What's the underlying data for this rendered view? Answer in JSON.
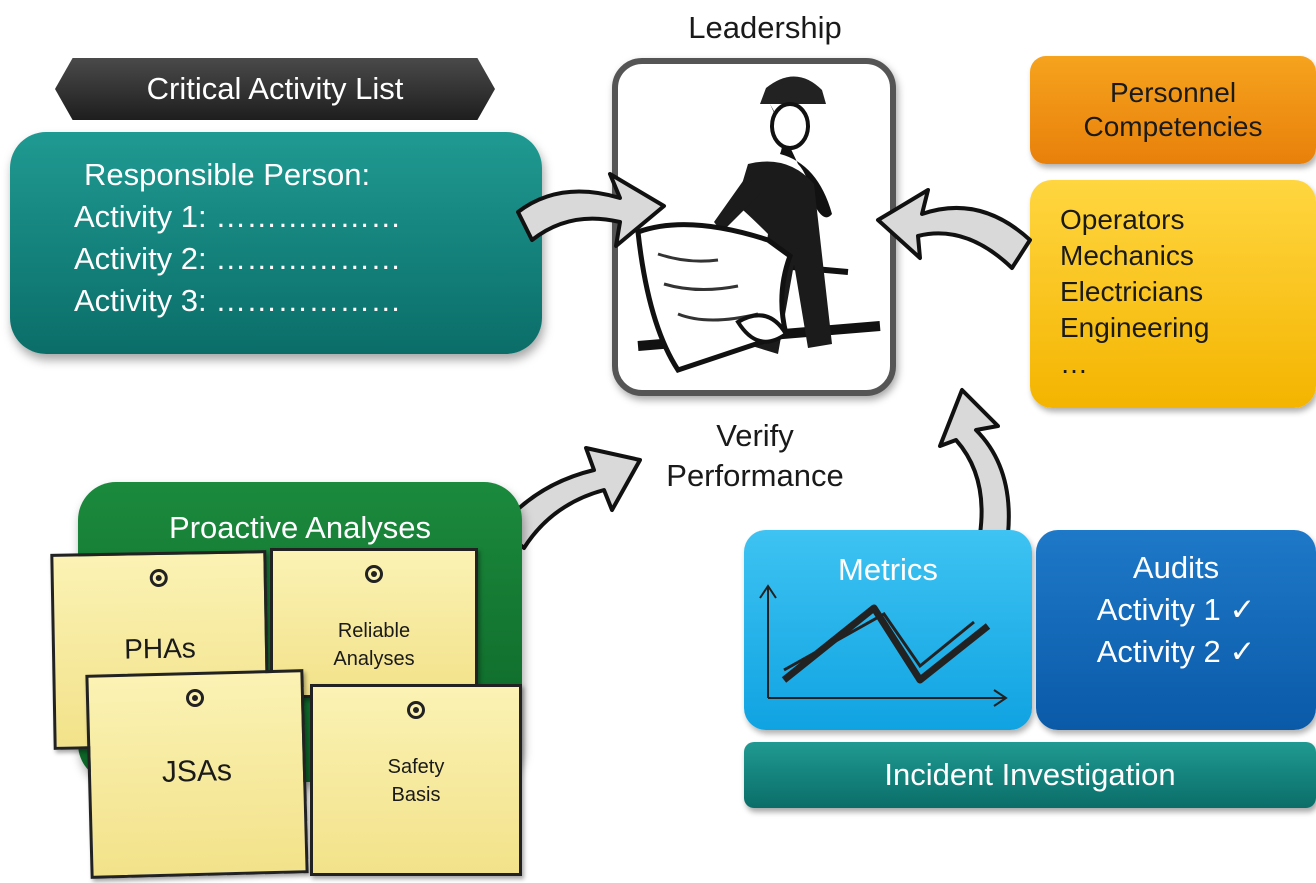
{
  "leadership": {
    "title": "Leadership",
    "caption_line1": "Verify",
    "caption_line2": "Performance"
  },
  "critical_activity": {
    "banner": "Critical Activity List",
    "title": "Responsible Person:",
    "activities": [
      "Activity 1: ………………",
      "Activity 2: ………………",
      "Activity 3: ………………"
    ]
  },
  "personnel": {
    "title_line1": "Personnel",
    "title_line2": "Competencies",
    "roles": [
      "Operators",
      "Mechanics",
      "Electricians",
      "Engineering",
      "…"
    ]
  },
  "proactive": {
    "title": "Proactive Analyses",
    "notes": {
      "phas": "PHAs",
      "reliable_line1": "Reliable",
      "reliable_line2": "Analyses",
      "jsas": "JSAs",
      "safety_line1": "Safety",
      "safety_line2": "Basis"
    }
  },
  "metrics": {
    "title": "Metrics"
  },
  "audits": {
    "title": "Audits",
    "items": [
      "Activity 1 ✓",
      "Activity 2 ✓"
    ]
  },
  "incident": {
    "title": "Incident Investigation"
  },
  "colors": {
    "teal": "#0b6d68",
    "green": "#0c6326",
    "orange": "#e8800a",
    "yellow": "#f4b400",
    "light_blue": "#10a3e2",
    "dark_blue": "#0a5aa8",
    "note": "#f2e28a"
  }
}
